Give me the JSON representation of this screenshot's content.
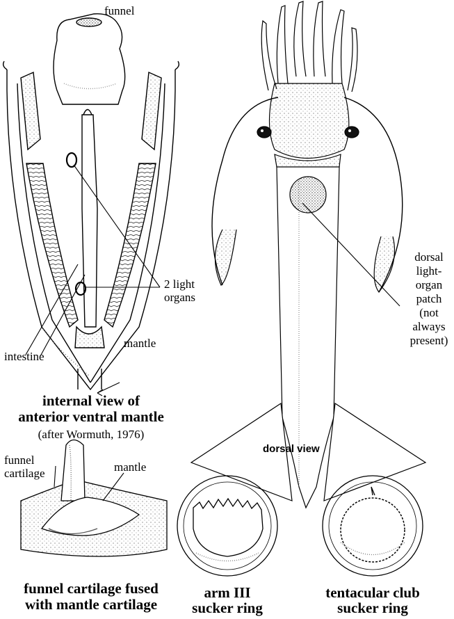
{
  "internal_view": {
    "labels": {
      "funnel": "funnel",
      "light_organs": [
        "2 light",
        "organs"
      ],
      "intestine": "intestine",
      "mantle": "mantle"
    },
    "caption": [
      "internal view of",
      "anterior ventral mantle"
    ],
    "credit": "(after Wormuth, 1976)"
  },
  "dorsal_view": {
    "caption": "dorsal view",
    "patch_label": [
      "dorsal",
      "light-",
      "organ",
      "patch",
      "(not",
      "always",
      "present)"
    ]
  },
  "cartilage_view": {
    "labels": {
      "funnel_cartilage": [
        "funnel",
        "cartilage"
      ],
      "mantle": "mantle"
    },
    "caption": [
      "funnel cartilage fused",
      "with mantle cartilage"
    ]
  },
  "arm_sucker": {
    "caption": [
      "arm III",
      "sucker ring"
    ]
  },
  "club_sucker": {
    "caption": [
      "tentacular club",
      "sucker ring"
    ]
  }
}
